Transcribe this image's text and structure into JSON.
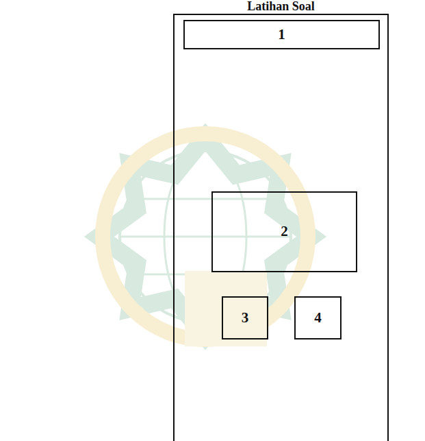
{
  "diagram": {
    "nodes": [
      {
        "text": [
          "Latihan Soal"
        ]
      },
      {
        "text": [
          "1"
        ],
        "in": 0
      },
      {
        "text": [
          "2"
        ],
        "in": 0
      },
      {
        "text": [
          "3"
        ],
        "in": 0
      },
      {
        "text": [
          "4"
        ],
        "in": 0
      }
    ]
  }
}
